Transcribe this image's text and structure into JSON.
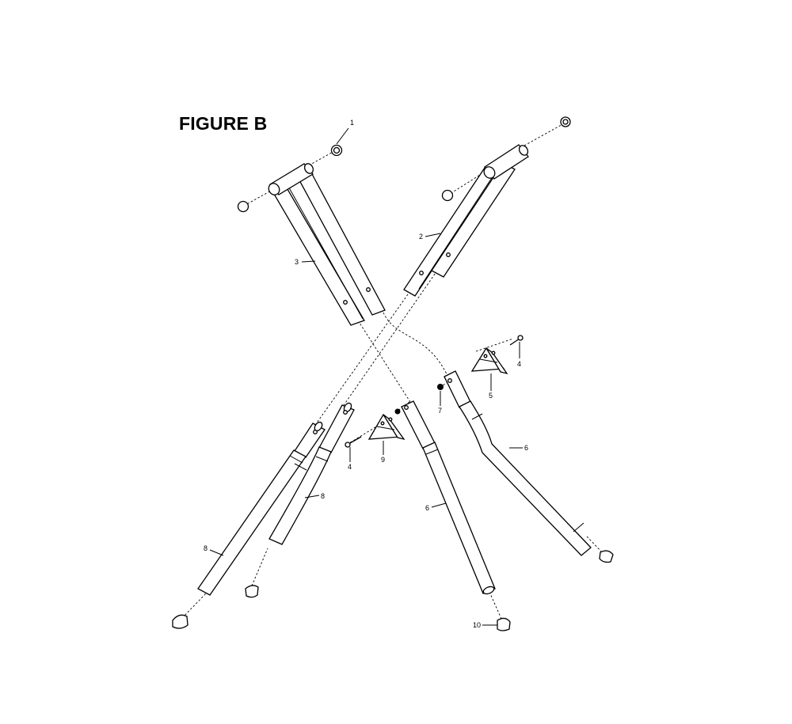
{
  "figure": {
    "title": "FIGURE B"
  },
  "callouts": {
    "c1": "1",
    "c2": "2",
    "c3": "3",
    "c4a": "4",
    "c4b": "4",
    "c5": "5",
    "c6a": "6",
    "c6b": "6",
    "c7": "7",
    "c8a": "8",
    "c8b": "8",
    "c9": "9",
    "c10": "10"
  },
  "colors": {
    "line": "#000000",
    "background": "#ffffff"
  }
}
